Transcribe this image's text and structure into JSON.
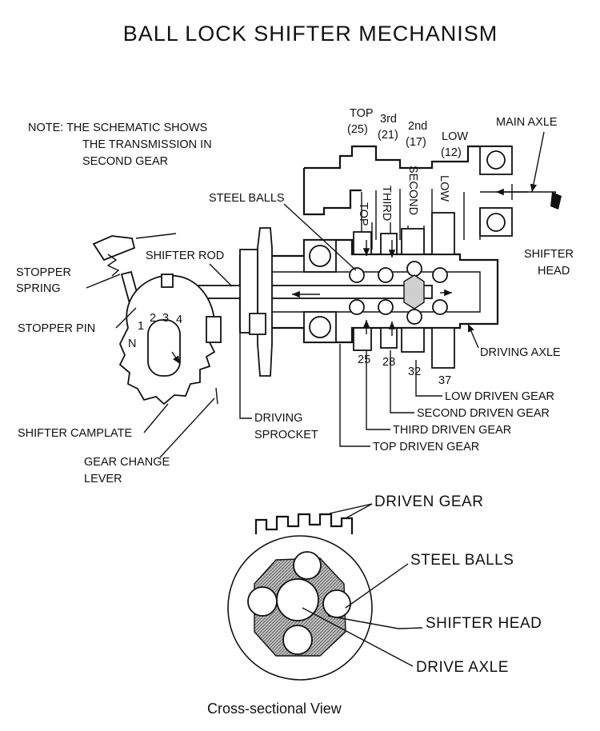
{
  "title": "BALL LOCK SHIFTER MECHANISM",
  "note": [
    "NOTE:  THE SCHEMATIC SHOWS",
    "THE TRANSMISSION IN",
    "SECOND GEAR"
  ],
  "gear_positions": [
    {
      "label": "TOP",
      "teeth": "(25)"
    },
    {
      "label": "3rd",
      "teeth": "(21)"
    },
    {
      "label": "2nd",
      "teeth": "(17)"
    },
    {
      "label": "LOW",
      "teeth": "(12)"
    }
  ],
  "rotated_labels": [
    "TOP",
    "THIRD",
    "SECOND",
    "LOW"
  ],
  "labels": {
    "main_axle": "MAIN AXLE",
    "steel_balls": "STEEL BALLS",
    "shifter_head": [
      "SHIFTER",
      "HEAD"
    ],
    "shifter_rod": "SHIFTER ROD",
    "stopper_spring": [
      "STOPPER",
      "SPRING"
    ],
    "stopper_pin": "STOPPER PIN",
    "driving_axle": "DRIVING AXLE",
    "shifter_camplate": "SHIFTER CAMPLATE",
    "driving_sprocket": [
      "DRIVING",
      "SPROCKET"
    ],
    "gear_change_lever": [
      "GEAR CHANGE",
      "LEVER"
    ],
    "low_driven_gear": "LOW DRIVEN GEAR",
    "second_driven_gear": "SECOND DRIVEN GEAR",
    "third_driven_gear": "THIRD DRIVEN GEAR",
    "top_driven_gear": "TOP DRIVEN GEAR"
  },
  "driven_teeth": [
    "25",
    "28",
    "32",
    "37"
  ],
  "camplate_positions": [
    "N",
    "1",
    "2",
    "3",
    "4"
  ],
  "cross_section": {
    "driven_gear": "DRIVEN  GEAR",
    "steel_balls": "STEEL BALLS",
    "shifter_head": "SHIFTER  HEAD",
    "drive_axle": "DRIVE  AXLE",
    "caption": "Cross-sectional View"
  }
}
